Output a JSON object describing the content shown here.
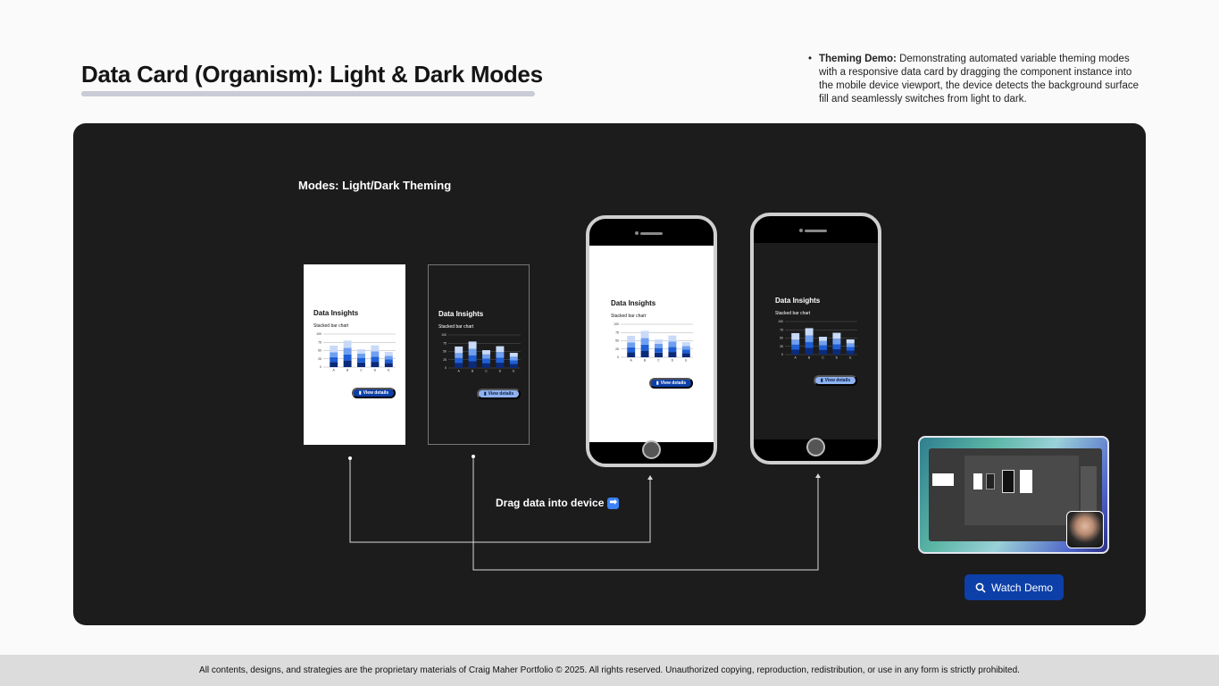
{
  "header": {
    "title": "Data Card (Organism): Light & Dark Modes"
  },
  "note": {
    "bullet": "•",
    "lead": "Theming Demo:",
    "text": " Demonstrating automated variable theming modes with a responsive data card by dragging the component instance into the mobile device viewport, the device detects the background surface fill and seamlessly switches from light to dark."
  },
  "panel": {
    "modes_label": "Modes: Light/Dark Theming",
    "drag_label": "Drag data into device",
    "drag_icon": "➡"
  },
  "card": {
    "title": "Data Insights",
    "subtitle": "Stacked bar chart",
    "button_label": "View details",
    "button_icon": "bar-chart-icon"
  },
  "chart_data": {
    "type": "bar",
    "stacked": true,
    "categories": [
      "A",
      "B",
      "C",
      "D",
      "E"
    ],
    "yticks": [
      "100",
      "75",
      "50",
      "25",
      "0"
    ],
    "ylim": [
      0,
      100
    ],
    "series": [
      {
        "values": [
          15,
          20,
          14,
          16,
          12
        ]
      },
      {
        "values": [
          15,
          18,
          14,
          15,
          11
        ]
      },
      {
        "values": [
          15,
          20,
          13,
          17,
          11
        ]
      },
      {
        "values": [
          20,
          22,
          13,
          18,
          12
        ]
      }
    ],
    "colors": [
      "#0b2a7a",
      "#1f5fd6",
      "#6f9ff0",
      "#c9daf8"
    ]
  },
  "demo": {
    "watch_label": "Watch Demo",
    "watch_icon": "search-icon"
  },
  "footer": {
    "text": "All contents, designs, and strategies are the proprietary materials of Craig Maher Portfolio © 2025. All rights reserved. Unauthorized copying, reproduction, redistribution, or use in any form is strictly prohibited."
  }
}
